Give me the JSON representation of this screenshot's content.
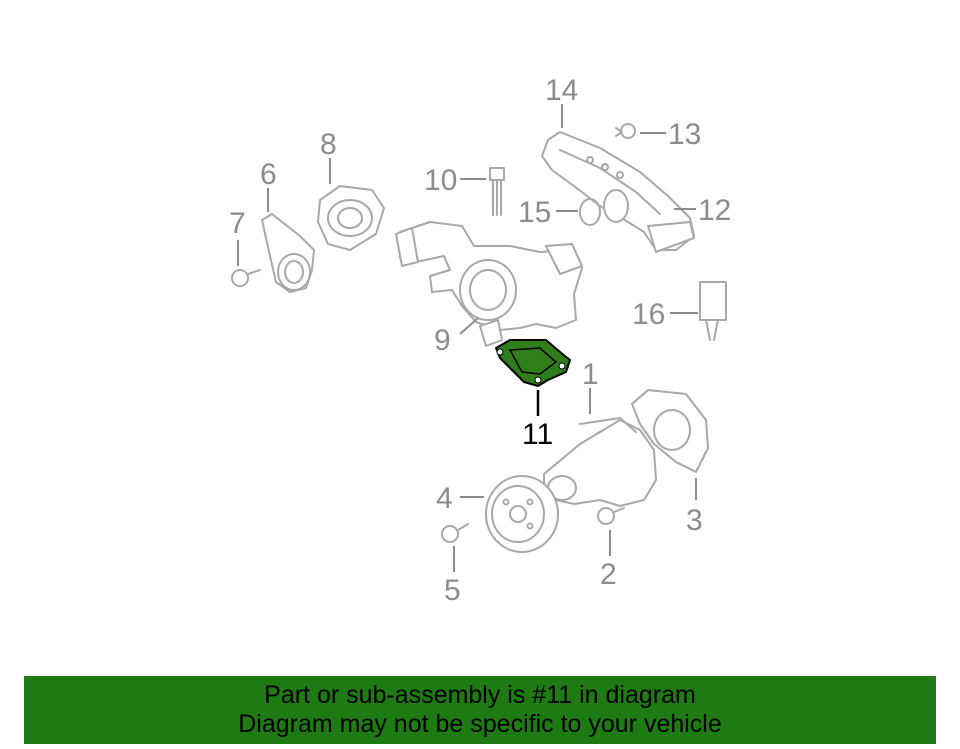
{
  "diagram": {
    "callouts": {
      "c1": "1",
      "c2": "2",
      "c3": "3",
      "c4": "4",
      "c5": "5",
      "c6": "6",
      "c7": "7",
      "c8": "8",
      "c9": "9",
      "c10": "10",
      "c11": "11",
      "c12": "12",
      "c13": "13",
      "c14": "14",
      "c15": "15",
      "c16": "16"
    },
    "highlighted_part": "11",
    "highlight_color": "#2f7d1b"
  },
  "banner": {
    "line1": "Part or sub-assembly is #11 in diagram",
    "line2": "Diagram may not be specific to your vehicle",
    "background": "#1e7a12"
  }
}
